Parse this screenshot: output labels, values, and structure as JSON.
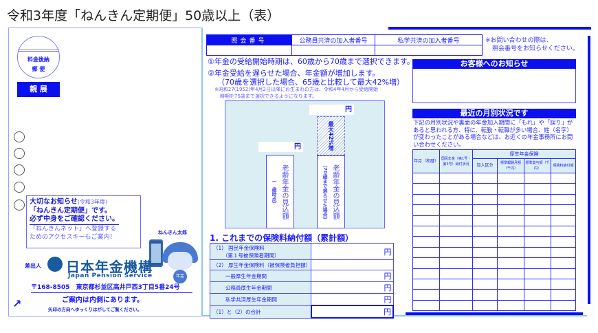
{
  "title": "令和3年度「ねんきん定期便」50歳以上（表）",
  "envelope": {
    "postmark_line1": "料金後納",
    "postmark_line2": "郵 便",
    "confidential": "親 展",
    "notice": {
      "line1": "大切なお知らせ",
      "line1_sub": "(令和3年度)",
      "line2": "「ねんきん定期便」です。",
      "line3": "必ず中身をご確認ください。",
      "line4": "「ねんきんネット」へ登録する",
      "line5": "ためのアクセスキーもご案内！"
    },
    "mascot_name": "ねんきん太郎",
    "mascot_badge": "年金",
    "sender_label": "差出人",
    "org_name": "日本年金機構",
    "org_name_en": "Japan Pension Service",
    "address": "〒168-8505　東京都杉並区高井戸西3丁目5番24号",
    "inside_notice": "ご案内は内側にあります。",
    "peel_notice": "矢印の方向へゆっくりはがしてご覧ください。"
  },
  "reference": {
    "headers": [
      "照会番号",
      "公務員共済の加入者番号",
      "私学共済の加入者番号"
    ],
    "values": [
      "",
      "",
      ""
    ],
    "note_line1": "※お問い合わせの際は、",
    "note_line2": "照会番号をお知らせください。"
  },
  "info": {
    "item1": "①年金の受給開始時期は、60歳から70歳まで選択できます。",
    "item2_line1": "②年金受給を遅らせた場合、年金額が増加します。",
    "item2_line2": "（70歳を選択した場合、65歳と比較して最大42%増）",
    "note_line1": "※昭和27(1952)年4月2日以降にお生まれの方は、令和4年4月から受給開始",
    "note_line2": "時期を75歳まで選択できるようになります。"
  },
  "chart": {
    "yen": "円",
    "bar1_label": "老齢年金の見込額",
    "bar1_sub": "（　歳時点）",
    "bar2_label": "老齢年金の見込額",
    "bar2_sub": "（70歳まで遅らせた場合）",
    "increase": "最大42%増"
  },
  "paid": {
    "heading": "1. これまでの保険料納付額（累計額）",
    "rows": [
      {
        "label": "（1） 国民年金保険料",
        "sub": "（第１号被保険者期間）",
        "unit": "円"
      },
      {
        "label": "（2） 厚生年金保険料（被保険者負担額）"
      },
      {
        "label": "一般厚生年金期間",
        "unit": "円"
      },
      {
        "label": "公務員厚生年金期間",
        "unit": "円"
      },
      {
        "label": "私学共済厚生年金期間",
        "unit": "円"
      },
      {
        "label": "（1）と（2）の合計",
        "unit": "円"
      }
    ]
  },
  "customer_notice": {
    "title": "お客様へのお知らせ",
    "body": ""
  },
  "monthly": {
    "title": "最近の月別状況です",
    "text": "下記の月別状況や裏面の年金加入期間に「もれ」や「誤り」があると思われる方、特に、転勤・転職が多い場合、姓（名字）が変わったことがある場合などは、お近くの年金事務所にお問い合わせください。",
    "headers": {
      "year_month": "年月（和暦）",
      "national": "国民年金（第1号・第3号）納付状況",
      "employee": "厚生年金保険",
      "enrollment": "加入区分",
      "monthly_salary": "標準報酬月額（千円）",
      "bonus": "標準賞与額（千円）",
      "premium": "保険料納付額"
    }
  },
  "colors": {
    "primary": "#0a10ee",
    "light_fill": "#dbeef4",
    "edge": "#8ec8ea"
  }
}
